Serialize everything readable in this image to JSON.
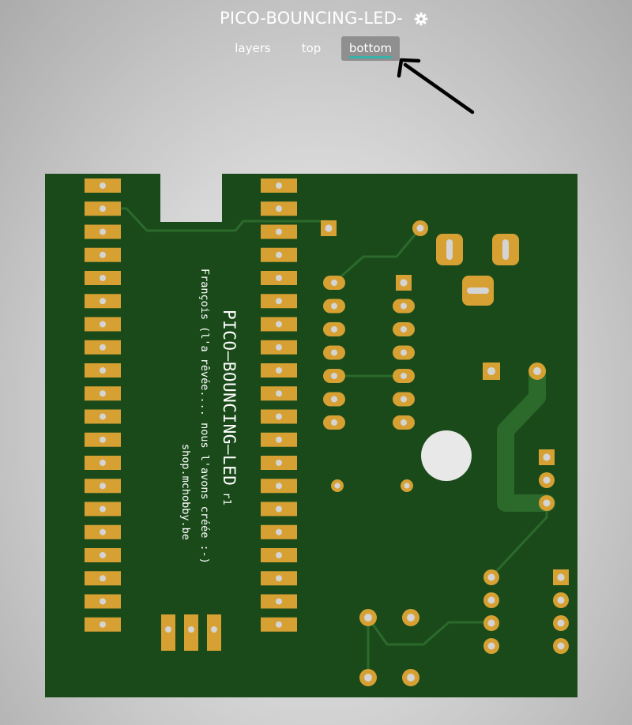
{
  "header": {
    "title": "PICO-BOUNCING-LED-",
    "settings_icon": "gear-icon",
    "tabs": [
      {
        "label": "layers",
        "active": false
      },
      {
        "label": "top",
        "active": false
      },
      {
        "label": "bottom",
        "active": true
      }
    ],
    "tab_accent_color": "#35b3a8",
    "annotation": "arrow-icon"
  },
  "board": {
    "view": "bottom",
    "title": "PICO—BOUNCING—LED",
    "revision": "r1",
    "credit_line_1": "François (l'a rêvée.... nous l'avons créée :-)",
    "credit_line_2": "shop.mchobby.be",
    "colors": {
      "soldermask": "#1a4a1a",
      "copper_pad": "#d6a033",
      "drill": "#d4d4d4",
      "trace": "#2c6a2c",
      "silkscreen": "#ffffff"
    }
  }
}
